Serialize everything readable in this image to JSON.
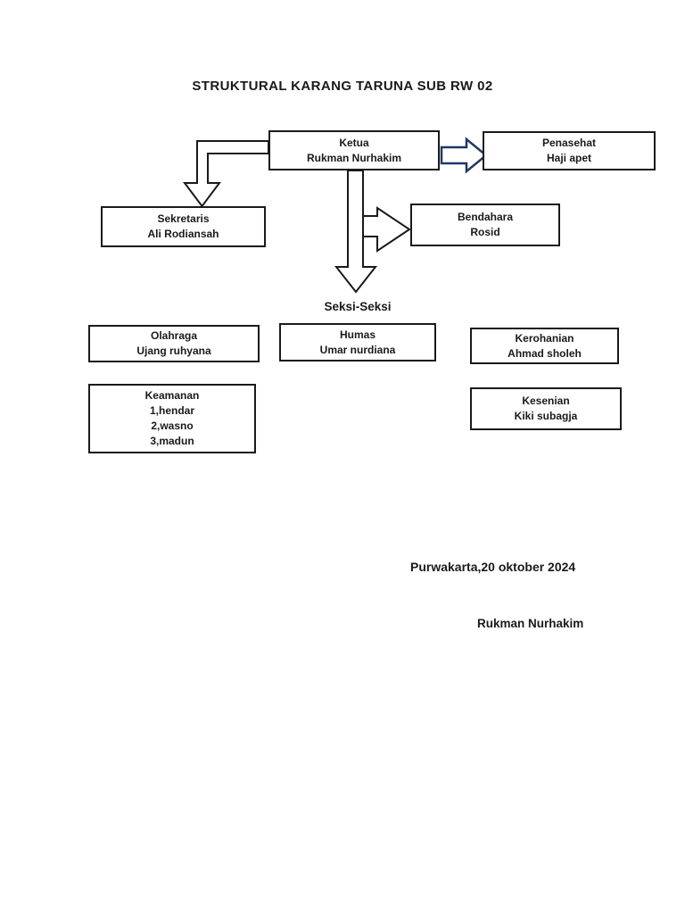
{
  "page": {
    "title": "STRUKTURAL KARANG TARUNA SUB RW 02",
    "background_color": "#ffffff",
    "text_color": "#1a1a1a",
    "box_border_color": "#1a1a1a",
    "accent_arrow_color": "#1f3864"
  },
  "chart": {
    "section_label": "Seksi-Seksi",
    "nodes": {
      "ketua": {
        "role": "Ketua",
        "name": "Rukman Nurhakim"
      },
      "penasehat": {
        "role": "Penasehat",
        "name": "Haji apet"
      },
      "sekretaris": {
        "role": "Sekretaris",
        "name": "Ali Rodiansah"
      },
      "bendahara": {
        "role": "Bendahara",
        "name": "Rosid"
      },
      "olahraga": {
        "role": "Olahraga",
        "name": "Ujang ruhyana"
      },
      "humas": {
        "role": "Humas",
        "name": "Umar nurdiana"
      },
      "kerohanian": {
        "role": "Kerohanian",
        "name": "Ahmad sholeh"
      },
      "keamanan": {
        "role": "Keamanan",
        "members": [
          "1,hendar",
          "2,wasno",
          "3,madun"
        ]
      },
      "kesenian": {
        "role": "Kesenian",
        "name": "Kiki subagja"
      }
    }
  },
  "footer": {
    "place_date": "Purwakarta,20 oktober 2024",
    "signature_name": "Rukman Nurhakim"
  }
}
